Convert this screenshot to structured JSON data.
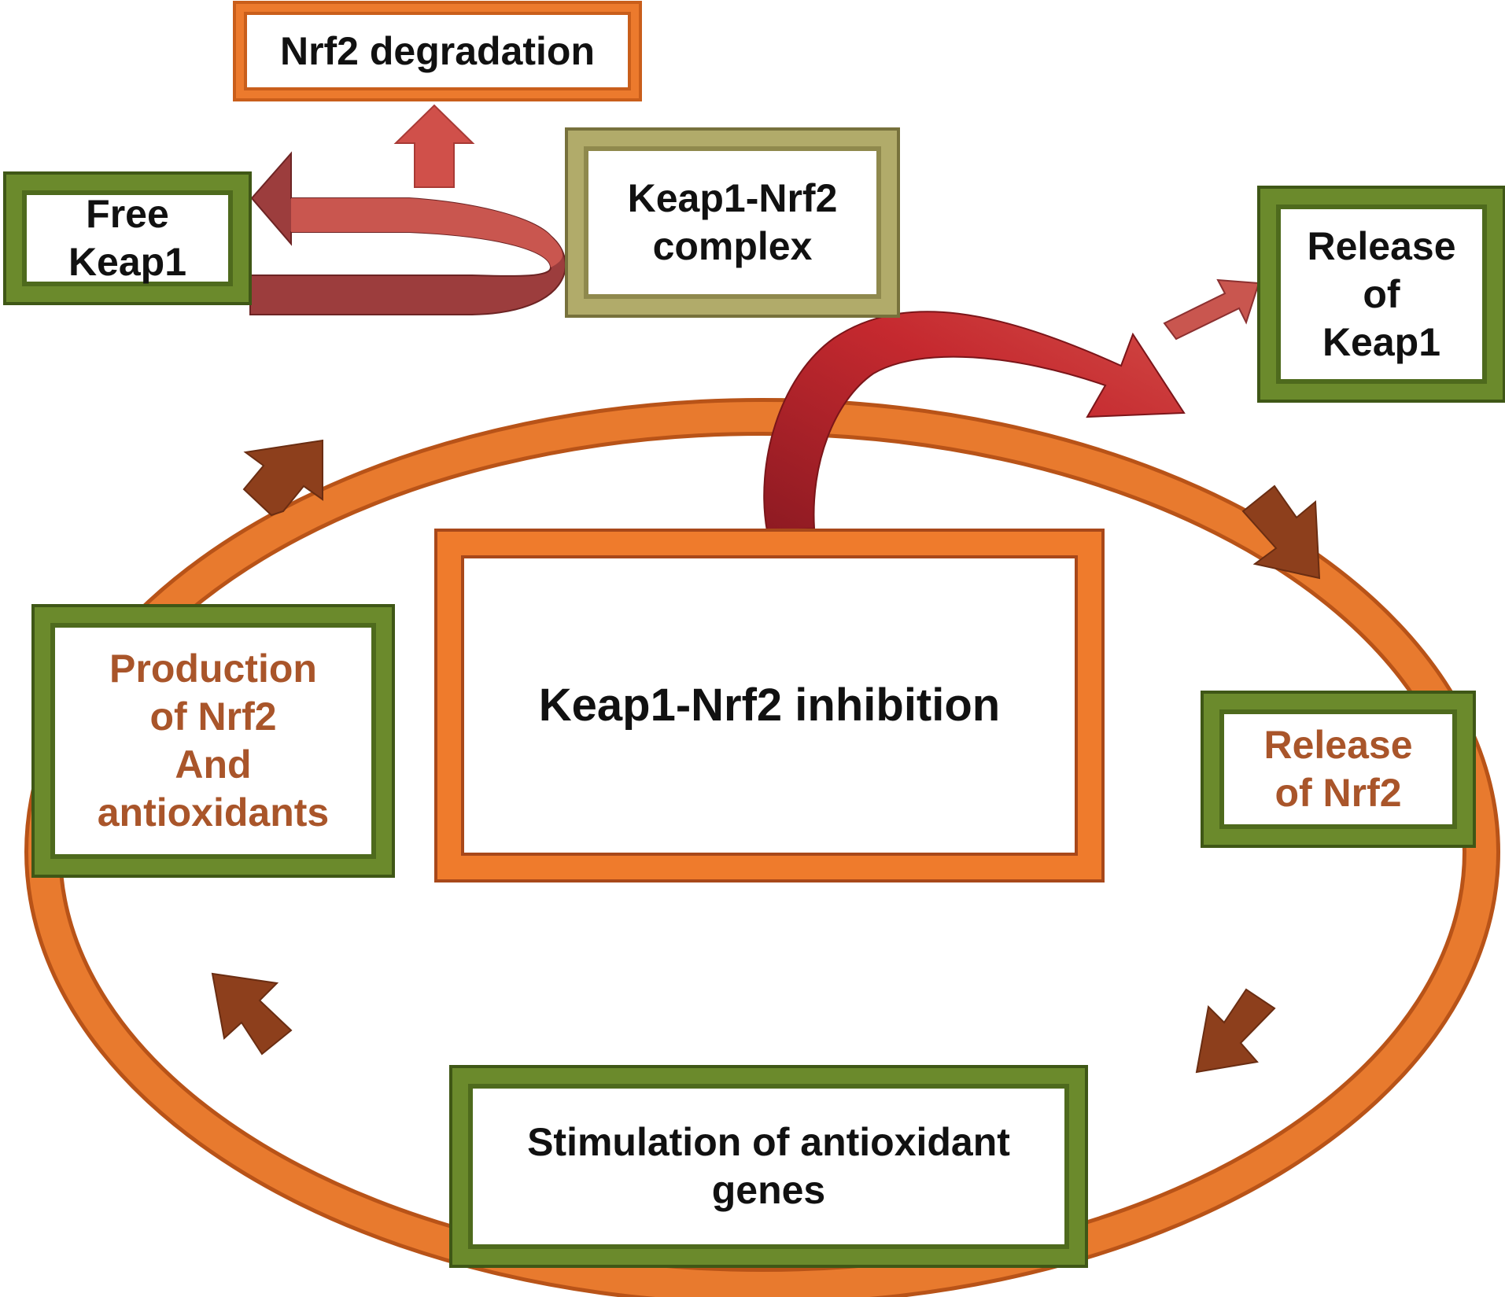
{
  "colors": {
    "cycle_ring": "#e87a2e",
    "ring_outline": "#b85318",
    "green_frame": "#6b8a2c",
    "olive_frame": "#b1ab6a",
    "orange_frame": "#ef7b2c",
    "dark_text": "#111111",
    "brown_text": "#a9552a",
    "brown_arrow": "#8d3f1c",
    "red_arrow": "#b3222c",
    "rose_arrow": "#c0504d"
  },
  "nodes": {
    "nrf2_degradation": "Nrf2 degradation",
    "free_keap1": "Free\nKeap1",
    "complex": "Keap1-Nrf2\ncomplex",
    "release_keap1": "Release\nof\nKeap1",
    "release_nrf2": "Release\nof Nrf2",
    "production": "Production\nof Nrf2\nAnd\nantioxidants",
    "stimulation": "Stimulation of antioxidant\ngenes",
    "inhibition": "Keap1-Nrf2 inhibition"
  },
  "arrows": {
    "cycle_arrow_icon": "arrow-icon",
    "curved_arrow_icon": "curved-arrow-icon"
  }
}
